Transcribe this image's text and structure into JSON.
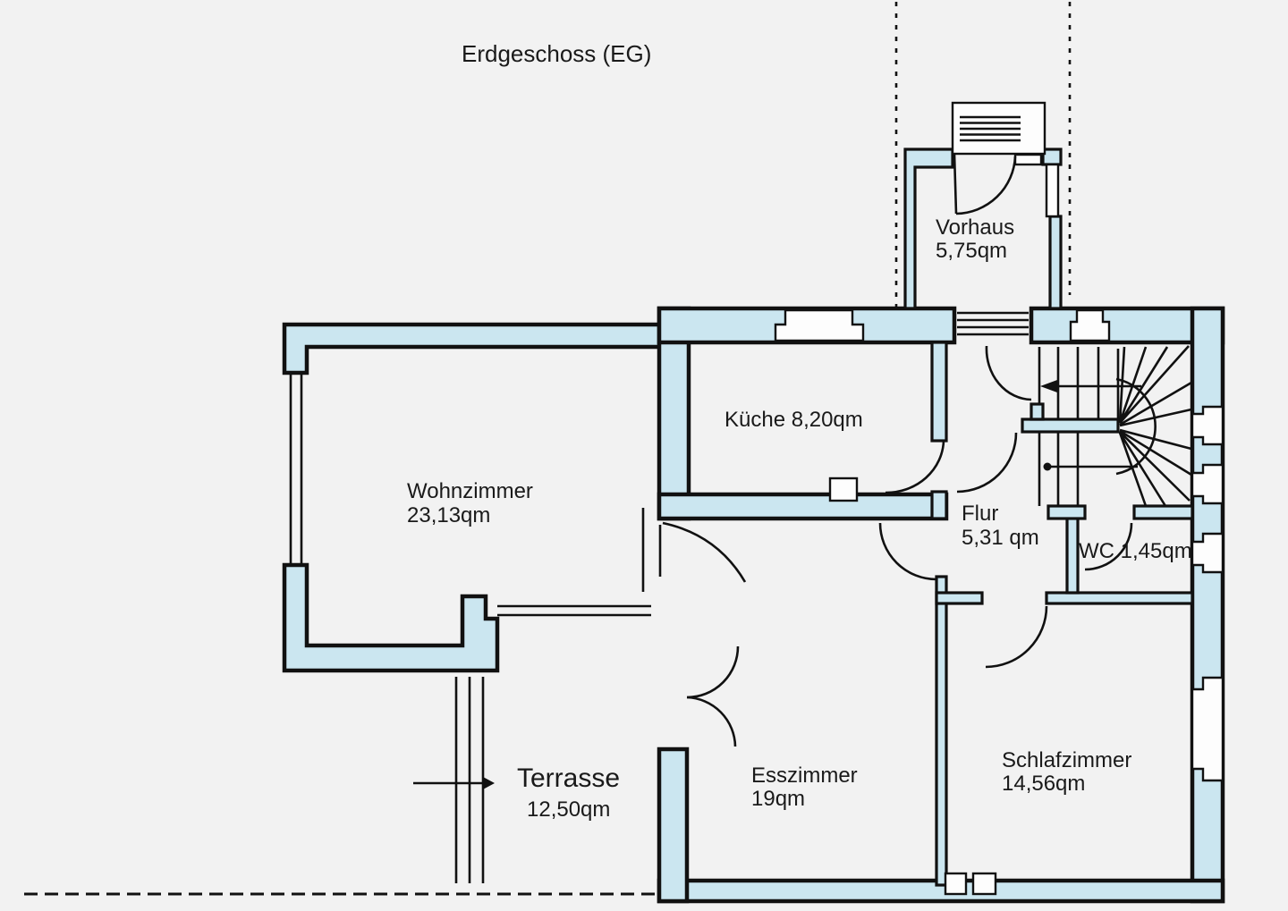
{
  "title": "Erdgeschoss (EG)",
  "rooms": {
    "vorhaus": {
      "name": "Vorhaus",
      "area": "5,75qm"
    },
    "kueche": {
      "label": "Küche 8,20qm"
    },
    "wohnzimmer": {
      "name": "Wohnzimmer",
      "area": "23,13qm"
    },
    "flur": {
      "name": "Flur",
      "area": "5,31 qm"
    },
    "wc": {
      "label": "WC 1,45qm"
    },
    "esszimmer": {
      "name": "Esszimmer",
      "area": "19qm"
    },
    "schlafzimmer": {
      "name": "Schlafzimmer",
      "area": "14,56qm"
    },
    "terrasse": {
      "name": "Terrasse",
      "area": "12,50qm"
    }
  },
  "colors": {
    "wall_fill": "#cbe6f0",
    "line": "#111111",
    "background": "#f2f2f2"
  }
}
